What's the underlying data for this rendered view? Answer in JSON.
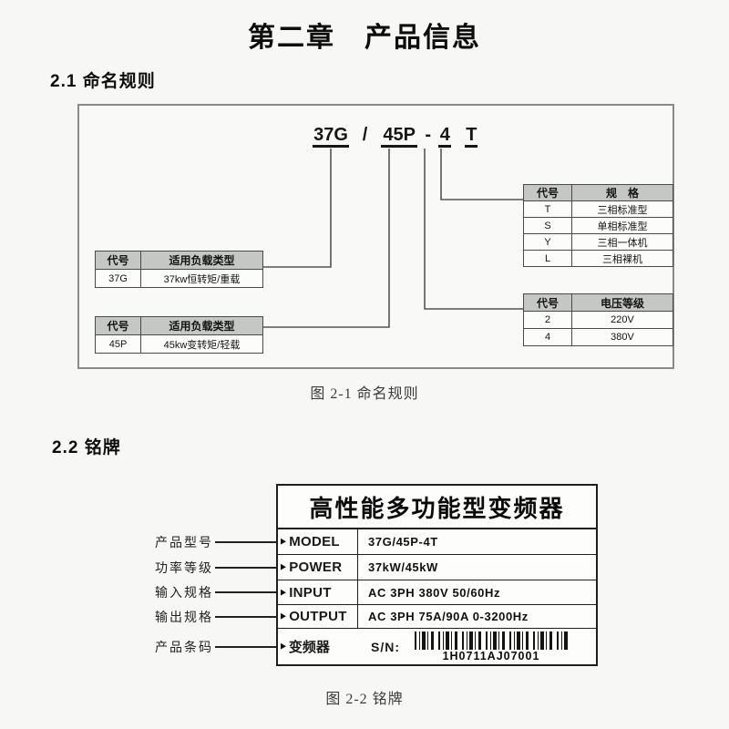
{
  "page": {
    "chapter_title": "第二章　产品信息",
    "section_2_1": "2.1 命名规则",
    "section_2_2": "2.2 铭牌",
    "fig_2_1_caption": "图 2-1 命名规则",
    "fig_2_2_caption": "图 2-2 铭牌"
  },
  "naming_diagram": {
    "model_code": {
      "part1": "37G",
      "sep": "/",
      "part2": "45P",
      "dash": "-",
      "part3": "4",
      "part4": "T"
    },
    "load_table_1": {
      "headers": [
        "代号",
        "适用负载类型"
      ],
      "rows": [
        [
          "37G",
          "37kw恒转矩/重载"
        ]
      ]
    },
    "load_table_2": {
      "headers": [
        "代号",
        "适用负载类型"
      ],
      "rows": [
        [
          "45P",
          "45kw变转矩/轻载"
        ]
      ]
    },
    "spec_table": {
      "headers": [
        "代号",
        "规　格"
      ],
      "rows": [
        [
          "T",
          "三相标准型"
        ],
        [
          "S",
          "单相标准型"
        ],
        [
          "Y",
          "三相一体机"
        ],
        [
          "L",
          "三相裸机"
        ]
      ]
    },
    "voltage_table": {
      "headers": [
        "代号",
        "电压等级"
      ],
      "rows": [
        [
          "2",
          "220V"
        ],
        [
          "4",
          "380V"
        ]
      ]
    }
  },
  "nameplate": {
    "title": "高性能多功能型变频器",
    "rows": [
      {
        "callout": "产品型号",
        "label": "MODEL",
        "value": "37G/45P-4T"
      },
      {
        "callout": "功率等级",
        "label": "POWER",
        "value": "37kW/45kW"
      },
      {
        "callout": "输入规格",
        "label": "INPUT",
        "value": "AC 3PH 380V 50/60Hz"
      },
      {
        "callout": "输出规格",
        "label": "OUTPUT",
        "value": "AC 3PH 75A/90A 0-3200Hz"
      },
      {
        "callout": "产品条码",
        "label": "变频器",
        "sn_label": "S/N:",
        "serial": "1H0711AJ07001"
      }
    ]
  },
  "colors": {
    "page_bg": "#f7f7f5",
    "table_header_bg": "#c5c7c5",
    "diagram_line": "#555555",
    "ink": "#1a1a1a"
  }
}
